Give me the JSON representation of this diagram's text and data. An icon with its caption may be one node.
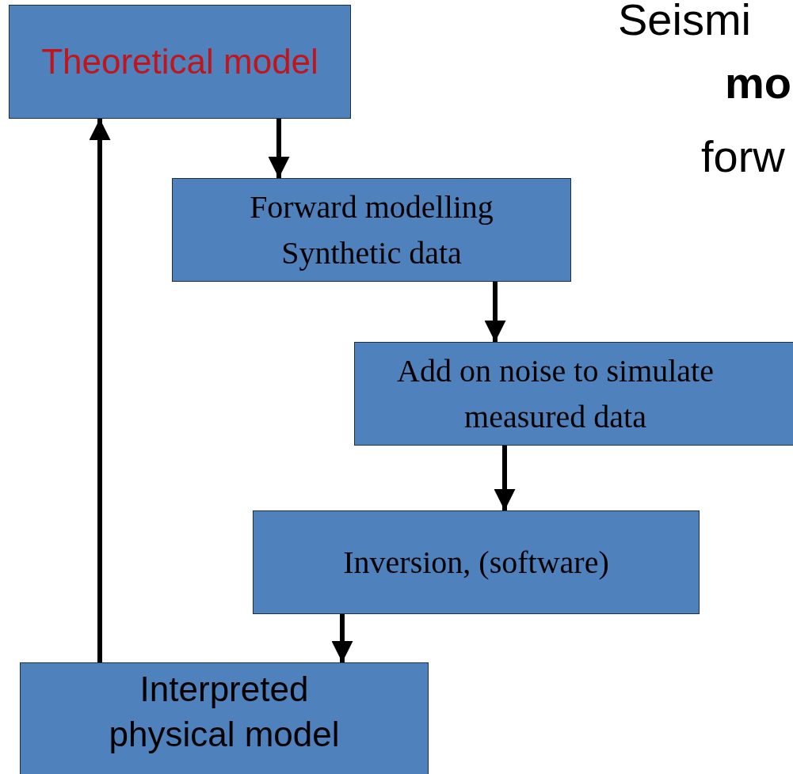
{
  "diagram": {
    "nodes": [
      {
        "text": [
          "Theoretical model"
        ]
      },
      {
        "text": [
          "Forward modelling",
          "Synthetic data"
        ]
      },
      {
        "text": [
          "Add on noise to simulate measured data"
        ]
      },
      {
        "text": [
          "Inversion, (software)"
        ]
      },
      {
        "text": [
          "Interpreted physical model"
        ]
      }
    ],
    "edges": [
      {
        "from": 0,
        "to": 1,
        "arrow": "to"
      },
      {
        "from": 1,
        "to": 2,
        "arrow": "to"
      },
      {
        "from": 2,
        "to": 3,
        "arrow": "to"
      },
      {
        "from": 3,
        "to": 4,
        "arrow": "to"
      },
      {
        "from": 4,
        "to": 0,
        "arrow": "to"
      }
    ],
    "labels": [
      "Seismi",
      "mo",
      "forw"
    ]
  }
}
